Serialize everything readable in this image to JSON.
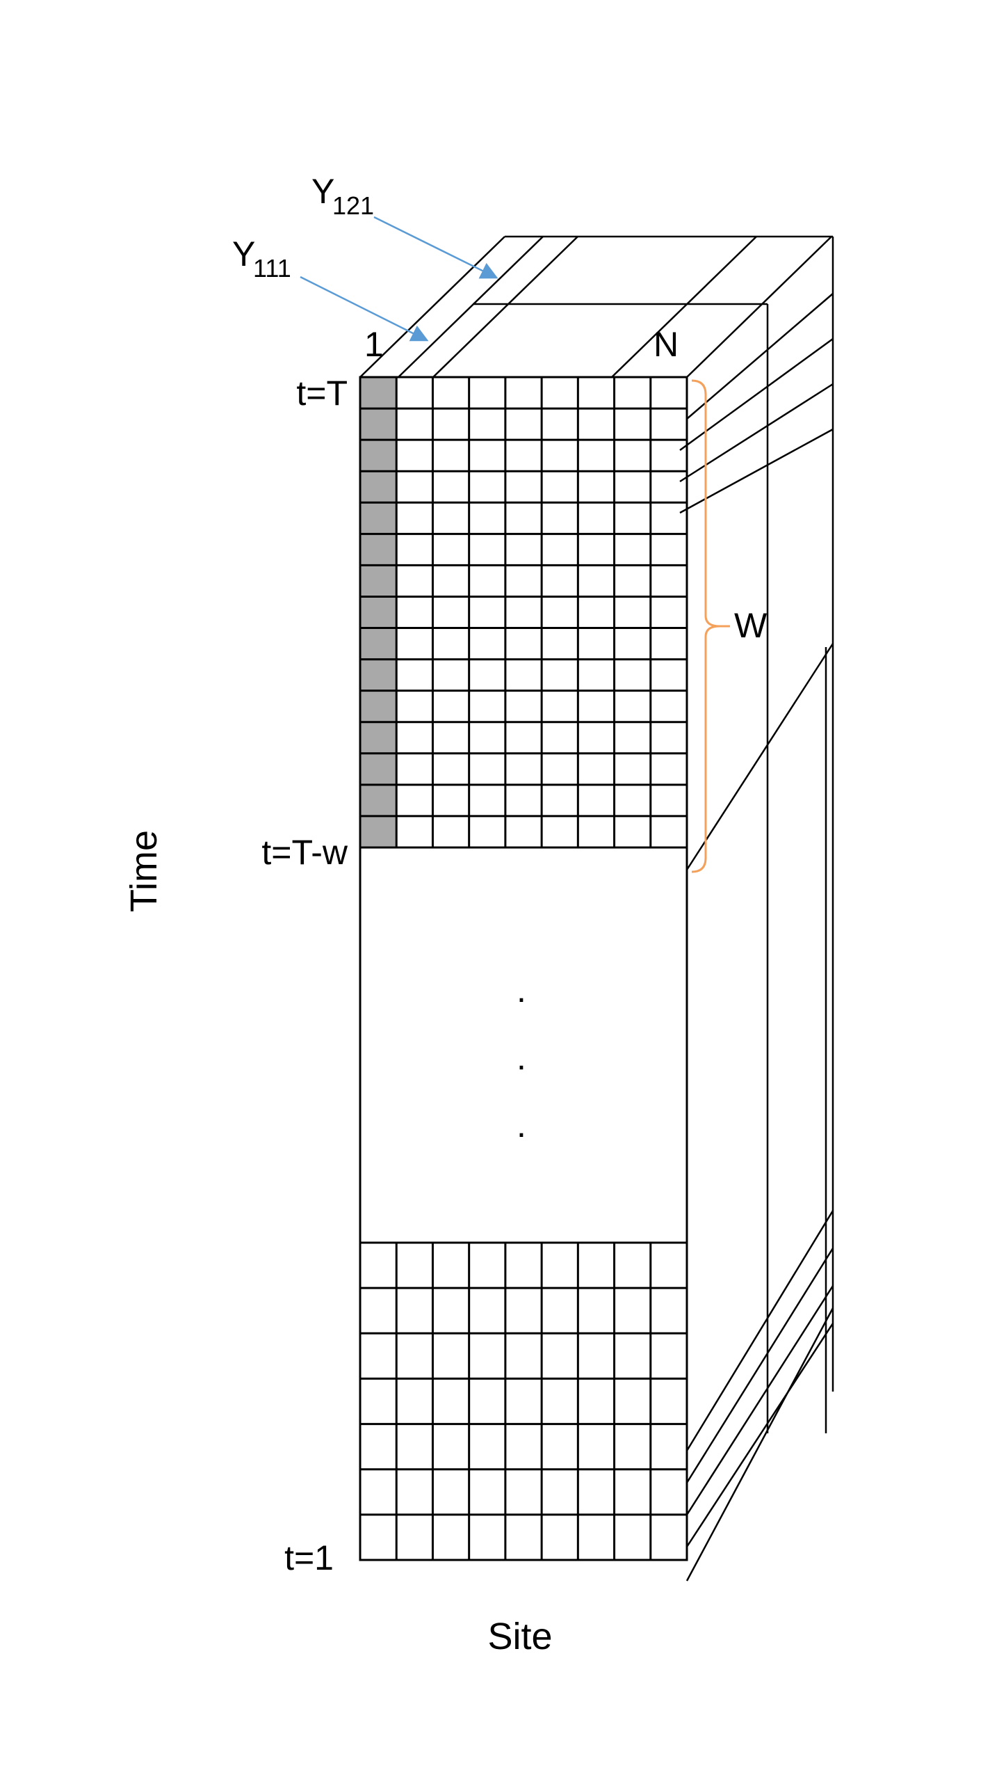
{
  "labels": {
    "y121_main": "Y",
    "y121_sub": "121",
    "y111_main": "Y",
    "y111_sub": "111",
    "site_first": "1",
    "site_last": "N",
    "t_top": "t=T",
    "t_window": "t=T-w",
    "t_bottom": "t=1",
    "window": "W",
    "dot1": ".",
    "dot2": ".",
    "dot3": ".",
    "x_axis": "Site",
    "y_axis": "Time"
  },
  "grid": {
    "columns": 9,
    "top_rows": 15,
    "bottom_rows": 7,
    "highlighted_column": 1,
    "stacked_layers": 4
  },
  "colors": {
    "highlight_fill": "#a9a9a9",
    "arrow": "#5b9bd5",
    "bracket": "#f4a15c",
    "site_label": "#1a1a3a"
  }
}
